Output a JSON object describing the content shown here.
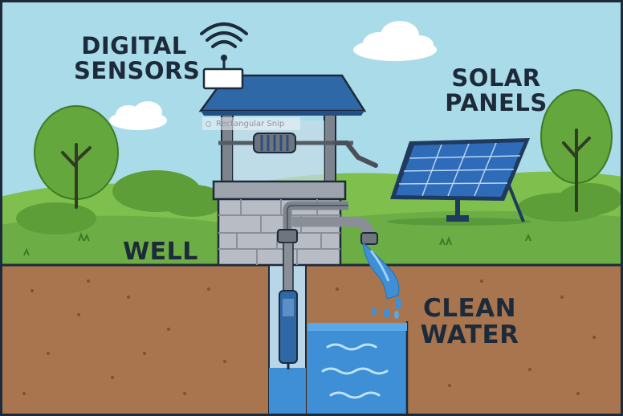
{
  "labels": {
    "sensors": [
      "DIGITAL",
      "SENSORS"
    ],
    "solar": [
      "SOLAR",
      "PANELS"
    ],
    "well": "WELL",
    "water": [
      "CLEAN",
      "WATER"
    ]
  },
  "overlay": {
    "snip_text": "Rectangular Snip"
  },
  "colors": {
    "sky": "#a9dbe9",
    "hill_light": "#7fbf4e",
    "hill_dark": "#5e9e39",
    "soil": "#a8754f",
    "roof": "#2f68a7",
    "stone": "#b8bcc4",
    "pipe": "#8a8f97",
    "water": "#3e8fd6",
    "water_light": "#7cc0ef",
    "panel": "#2e6bb8",
    "text": "#1d2a3a"
  },
  "icons": {
    "wifi": "wifi-signal-icon"
  }
}
